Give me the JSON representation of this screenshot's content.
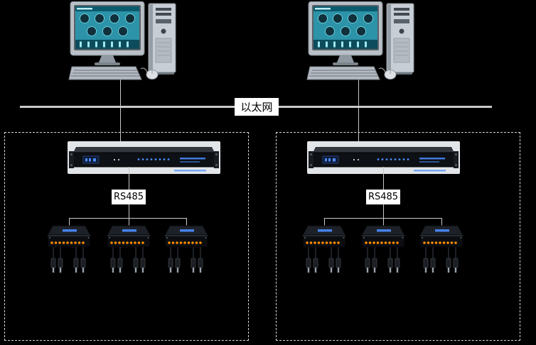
{
  "diagram": {
    "ethernet": {
      "label": "以太网"
    },
    "groups": [
      {
        "id": "group-1",
        "bus_label": "RS485",
        "controller_count": 1,
        "device_count": 3
      },
      {
        "id": "group-2",
        "bus_label": "RS485",
        "controller_count": 1,
        "device_count": 3
      }
    ]
  },
  "colors": {
    "background": "#000000",
    "line": "#c9c9c9",
    "dash-border": "#d9d9d9",
    "label-bg": "#ffffff",
    "label-text": "#000000",
    "led-blue": "#4a8cff",
    "terminal-orange": "#ff8a00",
    "screen-teal": "#2c93a8"
  }
}
